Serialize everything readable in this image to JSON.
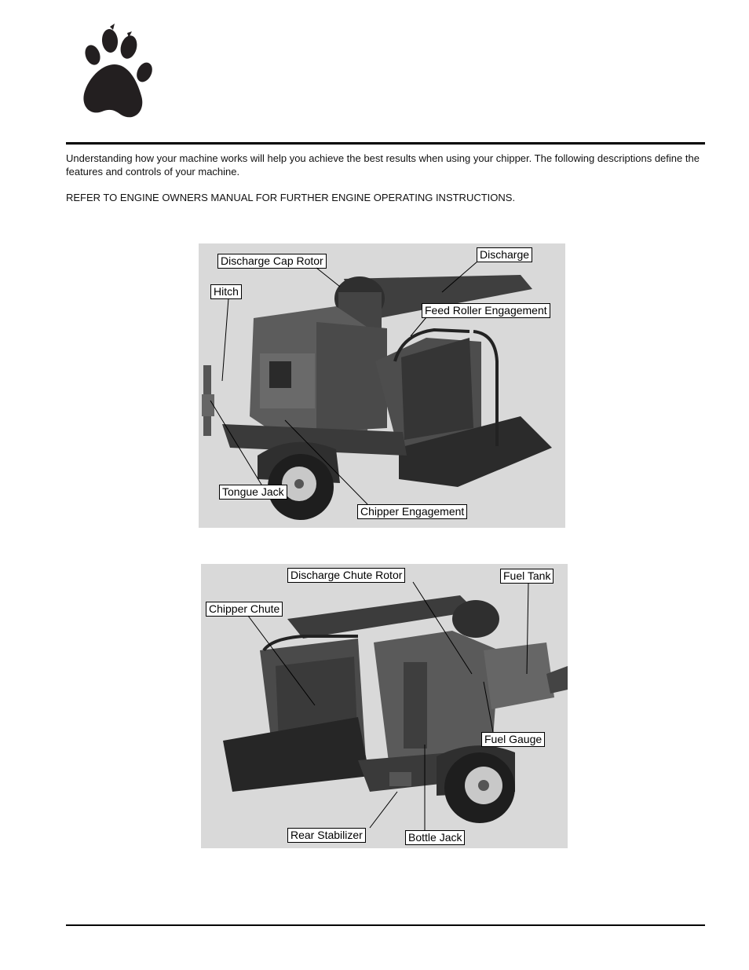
{
  "intro": {
    "paragraph": "Understanding how your machine works will help you achieve the best results when using your chipper.  The following descriptions define the features and controls of your machine.",
    "engine_note": "REFER TO ENGINE OWNERS MANUAL FOR FURTHER ENGINE OPERATING INSTRUCTIONS."
  },
  "figure_front": {
    "callouts": {
      "discharge_cap_rotor": "Discharge Cap Rotor",
      "discharge": "Discharge",
      "hitch": "Hitch",
      "feed_roller_engagement": "Feed Roller Engagement",
      "tongue_jack": "Tongue Jack",
      "chipper_engagement": "Chipper Engagement"
    }
  },
  "figure_rear": {
    "callouts": {
      "discharge_chute_rotor": "Discharge Chute Rotor",
      "fuel_tank": "Fuel Tank",
      "chipper_chute": "Chipper Chute",
      "fuel_gauge": "Fuel Gauge",
      "rear_stabilizer": "Rear Stabilizer",
      "bottle_jack": "Bottle Jack"
    }
  },
  "colors": {
    "photo_background": "#d9d9d9",
    "machine_dark": "#3a3a3a",
    "machine_mid": "#5a5a5a",
    "rule": "#000000"
  }
}
